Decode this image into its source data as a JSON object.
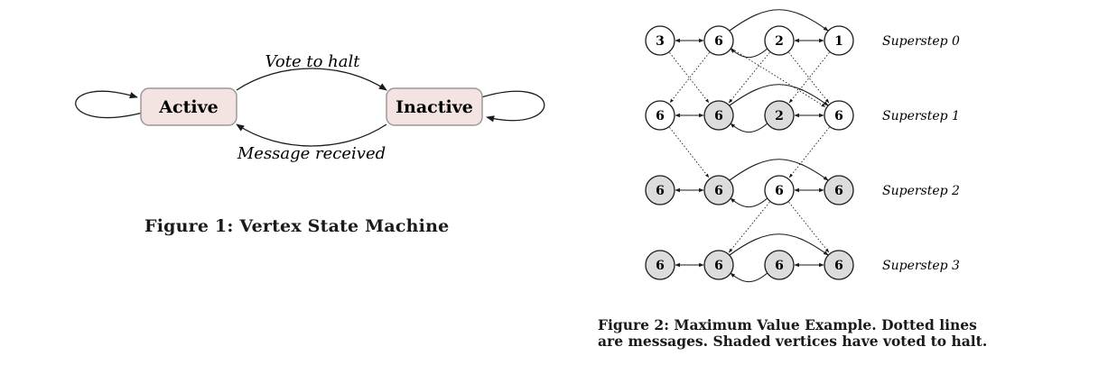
{
  "figure1": {
    "states": {
      "active": "Active",
      "inactive": "Inactive"
    },
    "edges": {
      "vote_to_halt": "Vote to halt",
      "message_received": "Message received"
    },
    "caption": "Figure 1: Vertex State Machine",
    "colors": {
      "state_fill": "#f3e4e2",
      "state_stroke": "#9a9a9a"
    }
  },
  "figure2": {
    "supersteps": [
      {
        "label": "Superstep 0",
        "values": [
          "3",
          "6",
          "2",
          "1"
        ],
        "halted": [
          false,
          false,
          false,
          false
        ]
      },
      {
        "label": "Superstep 1",
        "values": [
          "6",
          "6",
          "2",
          "6"
        ],
        "halted": [
          false,
          true,
          true,
          false
        ]
      },
      {
        "label": "Superstep 2",
        "values": [
          "6",
          "6",
          "6",
          "6"
        ],
        "halted": [
          true,
          true,
          false,
          true
        ]
      },
      {
        "label": "Superstep 3",
        "values": [
          "6",
          "6",
          "6",
          "6"
        ],
        "halted": [
          true,
          true,
          true,
          true
        ]
      }
    ],
    "caption_line1": "Figure 2: Maximum Value Example. Dotted lines",
    "caption_line2": "are messages. Shaded vertices have voted to halt.",
    "colors": {
      "halted_fill": "#dcdcdc",
      "active_fill": "#ffffff"
    }
  }
}
